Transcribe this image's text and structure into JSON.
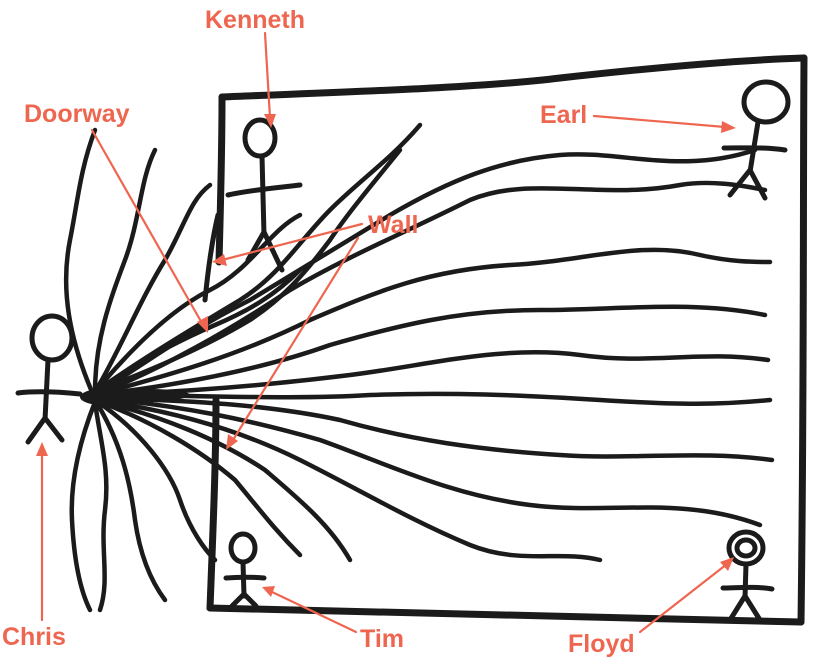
{
  "labels": {
    "kenneth": "Kenneth",
    "doorway": "Doorway",
    "earl": "Earl",
    "wall": "Wall",
    "chris": "Chris",
    "tim": "Tim",
    "floyd": "Floyd"
  },
  "colors": {
    "label": "#ee6650",
    "ink": "#1b1b1b",
    "background": "#ffffff"
  }
}
